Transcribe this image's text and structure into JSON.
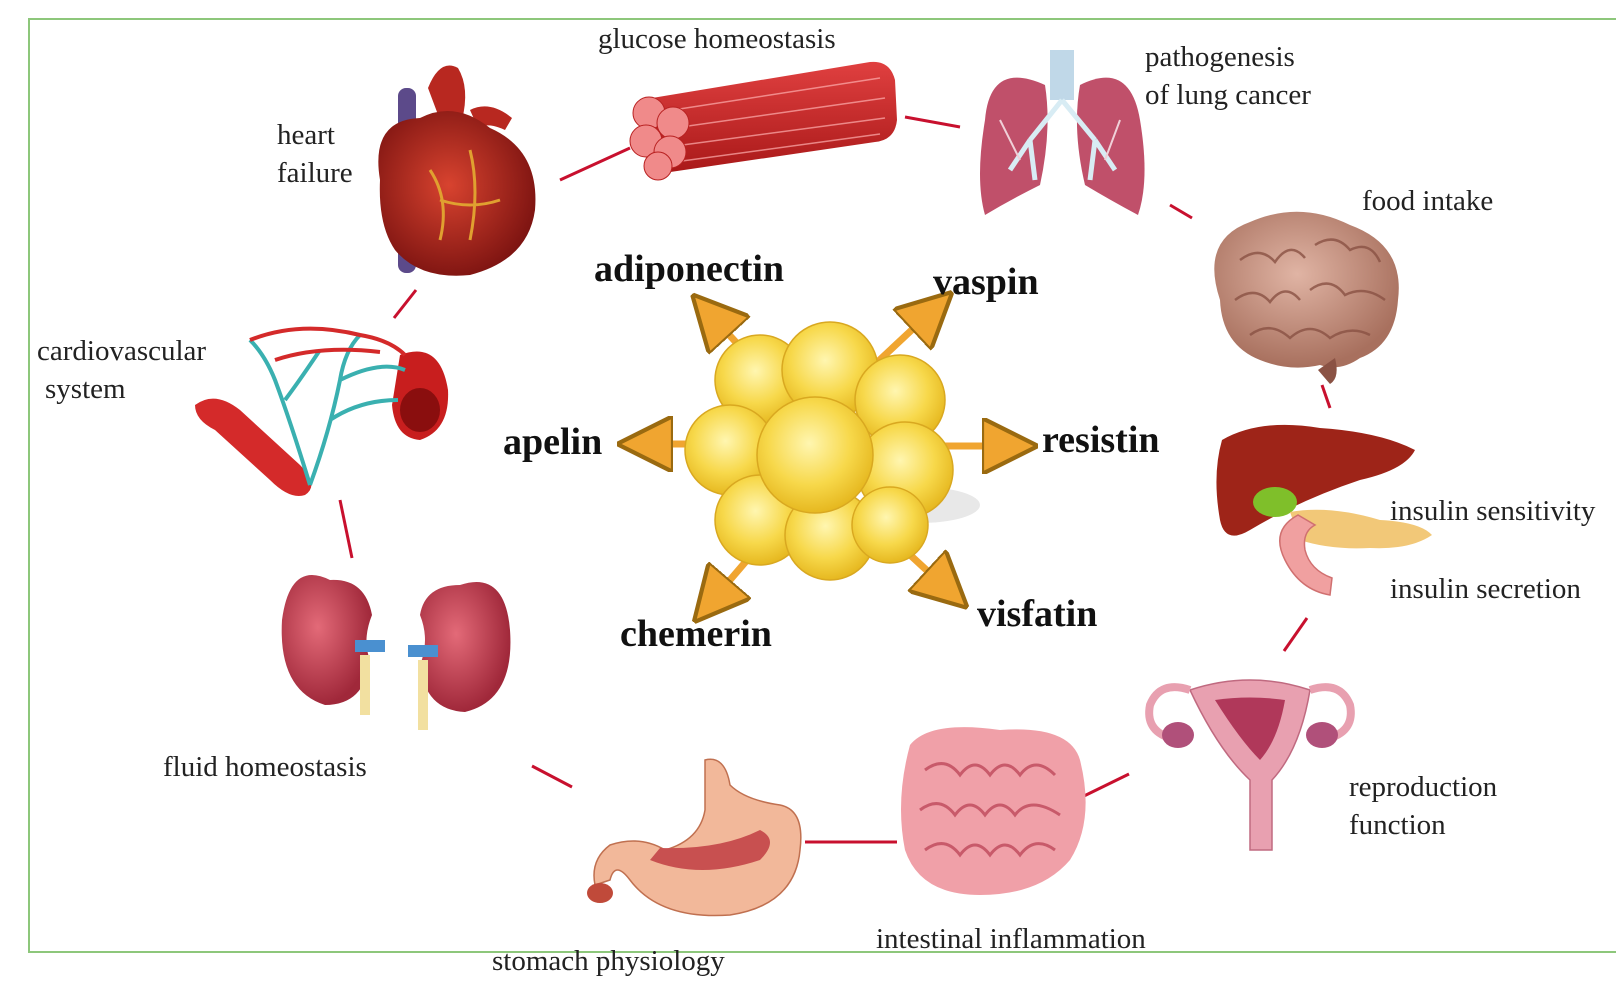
{
  "center": {
    "icon": "fat-cell-cluster-icon"
  },
  "hormones": {
    "adiponectin": "adiponectin",
    "vaspin": "vaspin",
    "apelin": "apelin",
    "resistin": "resistin",
    "chemerin": "chemerin",
    "visfatin": "visfatin"
  },
  "organs": [
    {
      "icon": "heart-icon",
      "lines": [
        "heart",
        "failure"
      ]
    },
    {
      "icon": "muscle-fiber-icon",
      "lines": [
        "glucose homeostasis"
      ]
    },
    {
      "icon": "lungs-icon",
      "lines": [
        "pathogenesis",
        "of lung cancer"
      ]
    },
    {
      "icon": "brain-icon",
      "lines": [
        "food intake"
      ]
    },
    {
      "icon": "liver-pancreas-icon",
      "lines": [
        "insulin sensitivity",
        "insulin secretion"
      ]
    },
    {
      "icon": "uterus-icon",
      "lines": [
        "reproduction",
        "function"
      ]
    },
    {
      "icon": "intestine-icon",
      "lines": [
        "intestinal inflammation"
      ]
    },
    {
      "icon": "stomach-icon",
      "lines": [
        "stomach physiology"
      ]
    },
    {
      "icon": "kidneys-icon",
      "lines": [
        "fluid homeostasis"
      ]
    },
    {
      "icon": "blood-vessels-icon",
      "lines": [
        "cardiovascular",
        "system"
      ]
    }
  ],
  "colors": {
    "border": "#8dc77b",
    "connector": "#c8102e",
    "arrow": "#f0a530",
    "fat": "#f7d84a"
  }
}
